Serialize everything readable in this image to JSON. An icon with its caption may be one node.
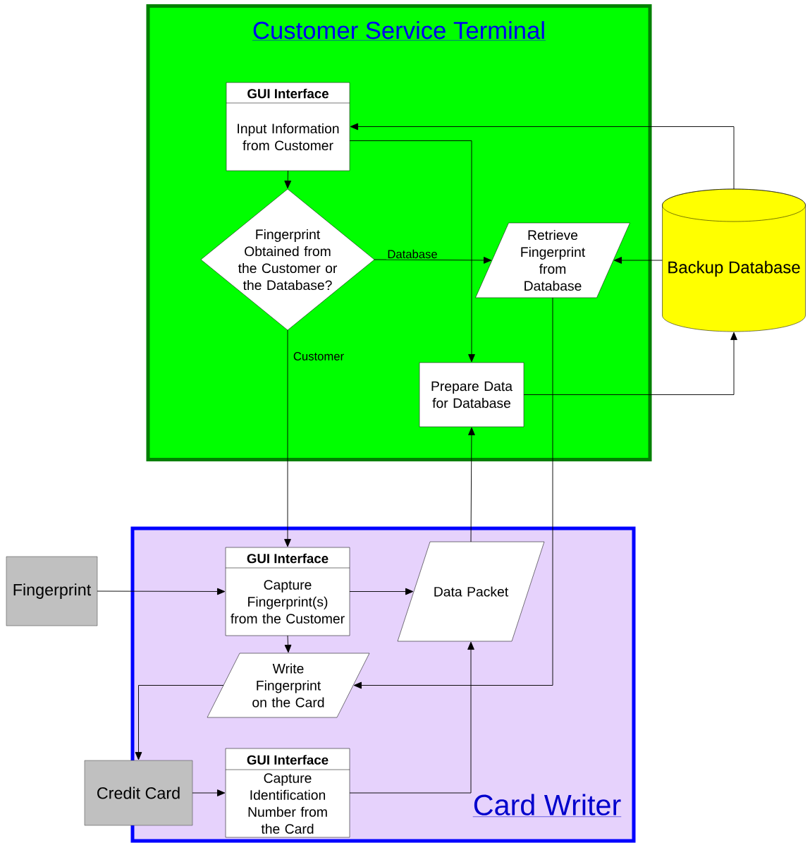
{
  "diagram": {
    "nodes": [
      {
        "text": [
          "Customer Service Terminal"
        ]
      },
      {
        "text": [
          "GUI Interface",
          "Input Information from Customer"
        ],
        "in": 0
      },
      {
        "text": [
          "Fingerprint Obtained from the Customer or the Database?"
        ],
        "in": 0
      },
      {
        "text": [
          "Retrieve Fingerprint from Database"
        ],
        "in": 0
      },
      {
        "text": [
          "Prepare Data for Database"
        ],
        "in": 0
      },
      {
        "text": [
          "Backup Database"
        ]
      },
      {
        "text": [
          "Card Writer"
        ]
      },
      {
        "text": [
          "Fingerprint"
        ]
      },
      {
        "text": [
          "GUI Interface",
          "Capture Fingerprint(s) from the Customer"
        ],
        "in": 6
      },
      {
        "text": [
          "Data Packet"
        ],
        "in": 6
      },
      {
        "text": [
          "Write Fingerprint on the Card"
        ],
        "in": 6
      },
      {
        "text": [
          "Credit Card"
        ]
      },
      {
        "text": [
          "GUI Interface",
          "Capture Identification Number from the Card"
        ],
        "in": 6
      }
    ],
    "edges": [
      {
        "from": 1,
        "to": 2,
        "arrow": "to"
      },
      {
        "from": 2,
        "to": 3,
        "arrow": "to",
        "label": "Database"
      },
      {
        "from": 2,
        "to": 8,
        "arrow": "to",
        "label": "Customer"
      },
      {
        "from": 1,
        "to": 4,
        "arrow": "to"
      },
      {
        "from": 5,
        "to": 1,
        "arrow": "to"
      },
      {
        "from": 5,
        "to": 3,
        "arrow": "to"
      },
      {
        "from": 4,
        "to": 5,
        "arrow": "to"
      },
      {
        "from": 3,
        "to": 10,
        "arrow": "to"
      },
      {
        "from": 7,
        "to": 8,
        "arrow": "to"
      },
      {
        "from": 8,
        "to": 9,
        "arrow": "to"
      },
      {
        "from": 8,
        "to": 10,
        "arrow": "to"
      },
      {
        "from": 10,
        "to": 11,
        "arrow": "to"
      },
      {
        "from": 11,
        "to": 12,
        "arrow": "to"
      },
      {
        "from": 12,
        "to": 9,
        "arrow": "to"
      },
      {
        "from": 9,
        "to": 4,
        "arrow": "to"
      }
    ]
  }
}
